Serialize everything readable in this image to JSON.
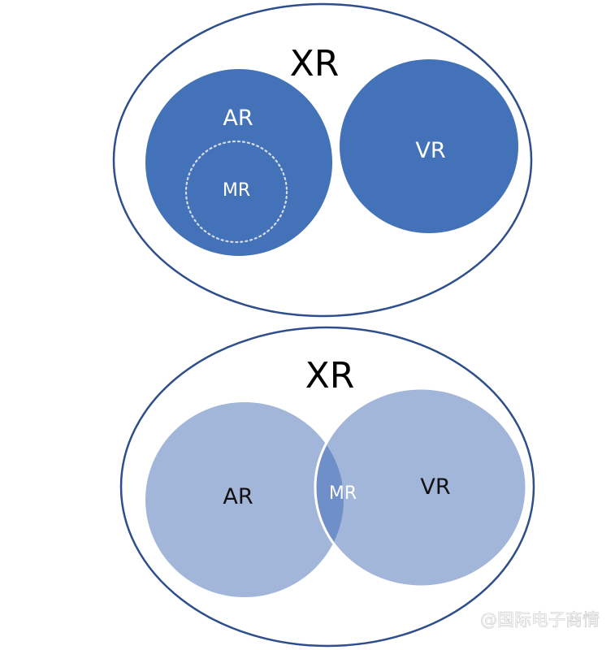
{
  "colors": {
    "outline": "#2e4e8c",
    "dark_fill": "#4472b8",
    "light_fill": "#a2b6da",
    "overlap_fill": "#6e8fc8",
    "white": "#ffffff"
  },
  "diagram_top": {
    "outer_label": "XR",
    "ar_label": "AR",
    "mr_label": "MR",
    "vr_label": "VR"
  },
  "diagram_bottom": {
    "outer_label": "XR",
    "ar_label": "AR",
    "mr_label": "MR",
    "vr_label": "VR"
  },
  "watermark": "@国际电子商情"
}
